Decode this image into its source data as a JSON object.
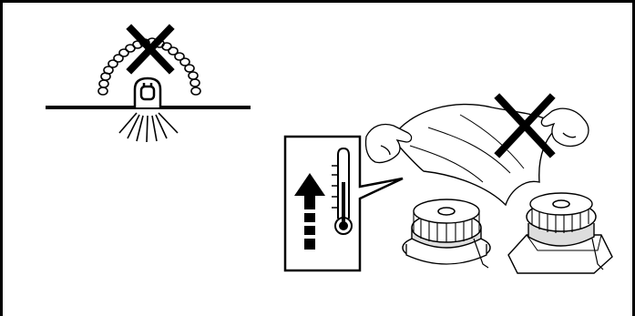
{
  "figure": {
    "panels": [
      {
        "id": "coiled-insulation-over-fixture",
        "icon": "prohibition-cross-icon"
      },
      {
        "id": "heat-warning-callout",
        "icon": "thermometer-icon"
      },
      {
        "id": "cloth-covering-driver",
        "icon": "prohibition-cross-icon"
      }
    ]
  },
  "colors": {
    "line": "#000000",
    "background": "#ffffff",
    "shade": "#dddddd"
  }
}
